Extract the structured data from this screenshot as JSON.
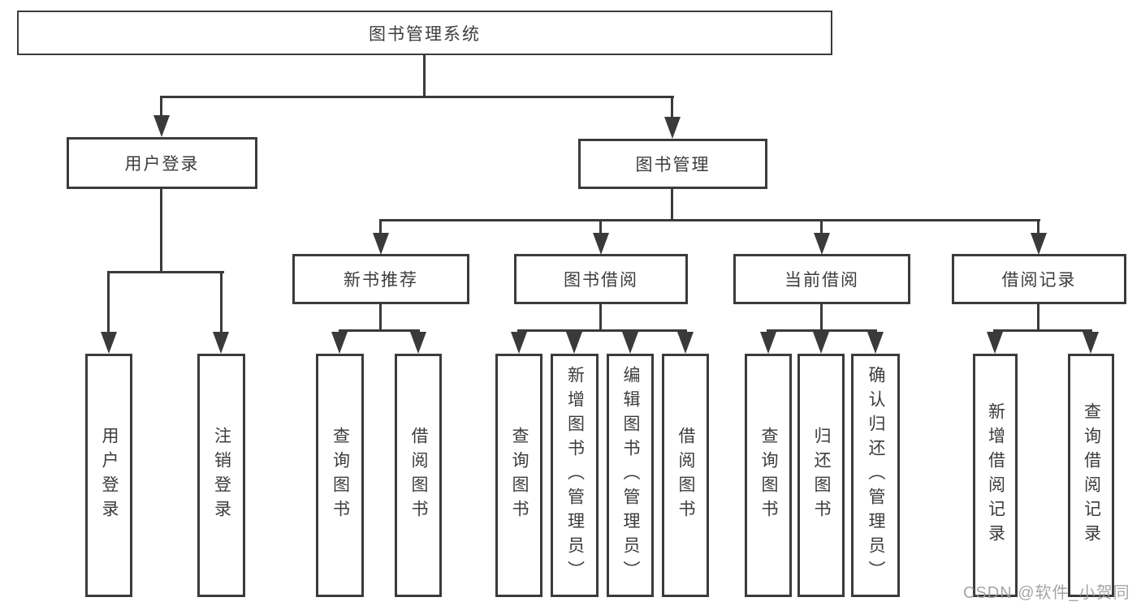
{
  "colors": {
    "line": "#3a3a3a",
    "box_border": "#3b3b3b",
    "text": "#3c3c3c",
    "watermark_text": "#9c9c9c",
    "background": "#ffffff"
  },
  "tree": {
    "label": "图书管理系统",
    "children": [
      {
        "label": "用户登录",
        "children": [
          {
            "label": "用户登录"
          },
          {
            "label": "注销登录"
          }
        ]
      },
      {
        "label": "图书管理",
        "children": [
          {
            "label": "新书推荐",
            "children": [
              {
                "label": "查询图书"
              },
              {
                "label": "借阅图书"
              }
            ]
          },
          {
            "label": "图书借阅",
            "children": [
              {
                "label": "查询图书"
              },
              {
                "label": "新增图书（管理员）"
              },
              {
                "label": "编辑图书（管理员）"
              },
              {
                "label": "借阅图书"
              }
            ]
          },
          {
            "label": "当前借阅",
            "children": [
              {
                "label": "查询图书"
              },
              {
                "label": "归还图书"
              },
              {
                "label": "确认归还（管理员）"
              }
            ]
          },
          {
            "label": "借阅记录",
            "children": [
              {
                "label": "新增借阅记录"
              },
              {
                "label": "查询借阅记录"
              }
            ]
          }
        ]
      }
    ]
  },
  "watermark": {
    "text": "CSDN @软件_小贺同学"
  }
}
